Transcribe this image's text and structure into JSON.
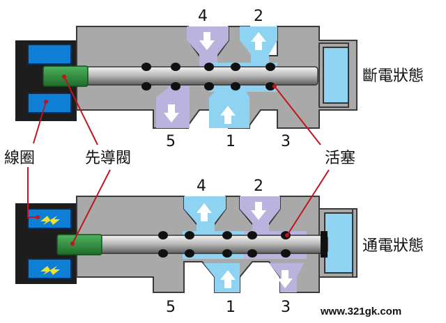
{
  "diagram": {
    "top_state": "斷電狀態",
    "bottom_state": "通電狀態",
    "callouts": {
      "coil": "線圈",
      "pilot": "先導閥",
      "piston": "活塞"
    },
    "top_ports": [
      "4",
      "2",
      "5",
      "1",
      "3"
    ],
    "bottom_ports": [
      "4",
      "2",
      "5",
      "1",
      "3"
    ],
    "watermark": "www.321gk.com",
    "colors": {
      "body": "#a9a9a9",
      "body_stroke": "#3a3a3a",
      "flow_blue": "#8fd3f2",
      "exhaust_purple": "#b9b3de",
      "coil_blue": "#0f7fd6",
      "coil_housing": "#1d1d1d",
      "pilot_green": "#2e8a3c",
      "callout_red": "#c0141e",
      "arrow_yellow": "#f3e22a"
    }
  }
}
